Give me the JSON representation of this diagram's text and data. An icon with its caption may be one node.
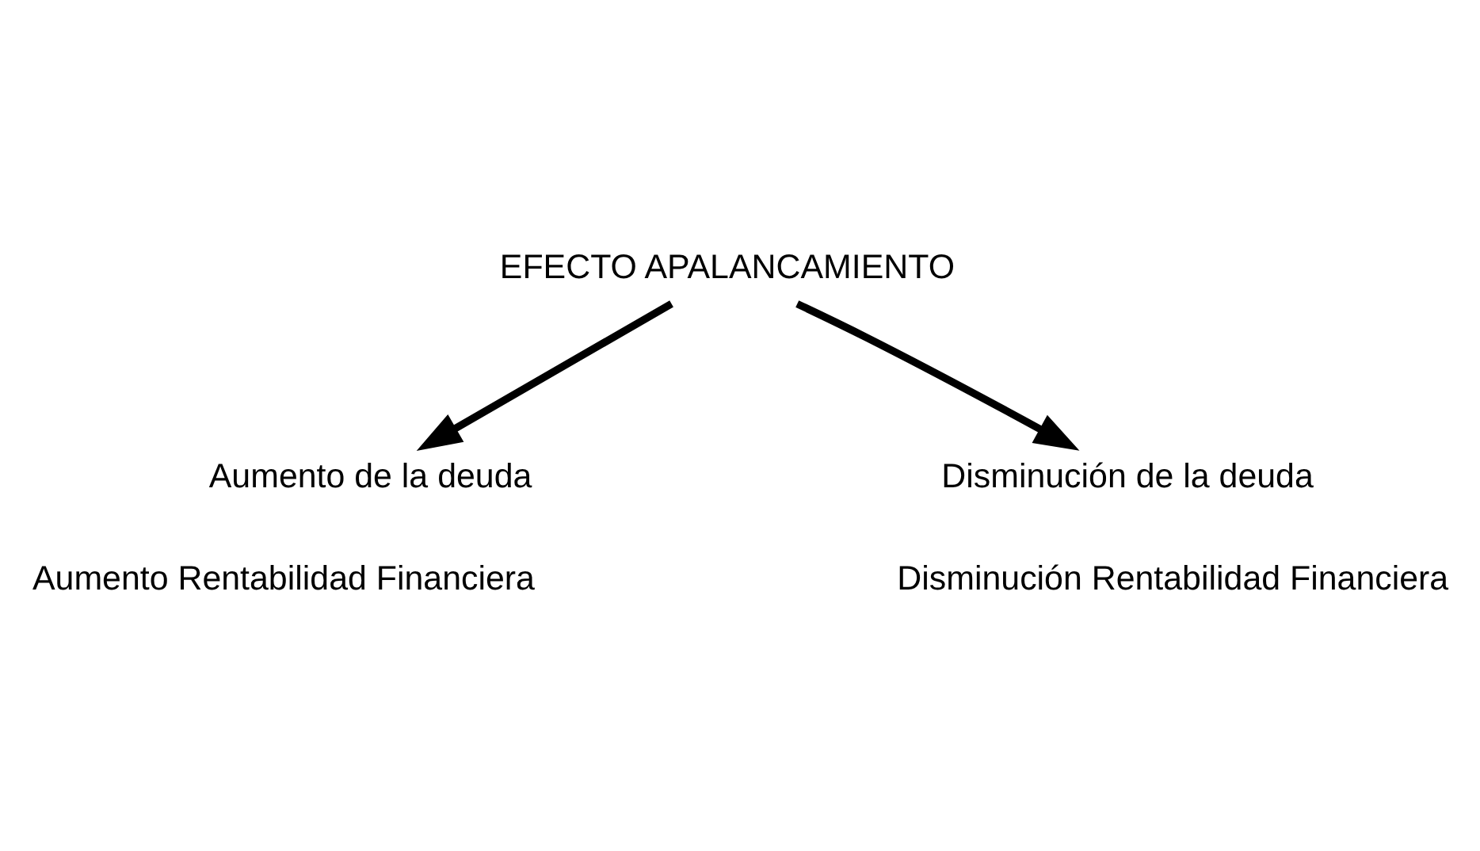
{
  "diagram": {
    "nodes": [
      {
        "text": [
          "EFECTO APALANCAMIENTO"
        ]
      },
      {
        "text": [
          "Aumento de la deuda"
        ],
        "beside": [
          "Aumento Rentabilidad Financiera"
        ]
      },
      {
        "text": [
          "Disminución de la deuda"
        ],
        "beside": [
          "Disminución Rentabilidad Financiera"
        ]
      }
    ],
    "edges": [
      {
        "from": 0,
        "to": 1,
        "arrow": "to"
      },
      {
        "from": 0,
        "to": 2,
        "arrow": "to"
      }
    ]
  }
}
